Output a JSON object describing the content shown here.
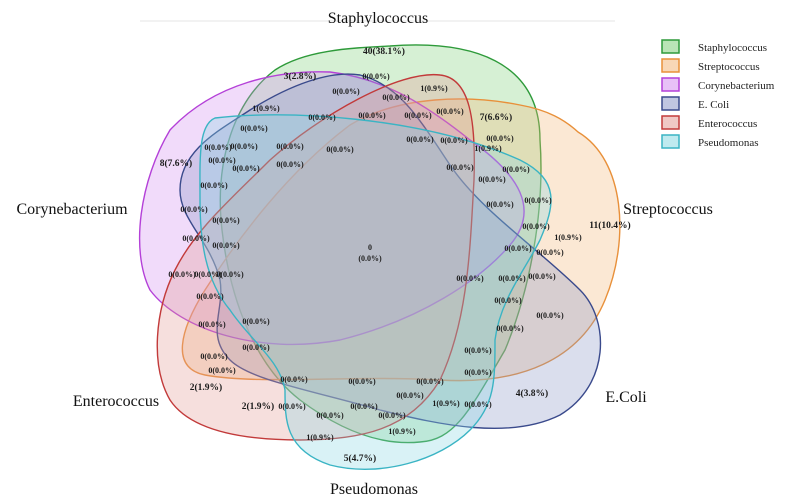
{
  "sets": [
    {
      "key": "staph",
      "name": "Staphylococcus",
      "color": "#2e9a3a",
      "fill": "#7fcf7a"
    },
    {
      "key": "strep",
      "name": "Streptococcus",
      "color": "#e8903a",
      "fill": "#f2b77a"
    },
    {
      "key": "cory",
      "name": "Corynebacterium",
      "color": "#b440d8",
      "fill": "#d58ef0"
    },
    {
      "key": "ecoli",
      "name": "E. Coli",
      "color": "#3a4a8c",
      "fill": "#8d97c8"
    },
    {
      "key": "entero",
      "name": "Enterococcus",
      "color": "#c23a3a",
      "fill": "#e39a96"
    },
    {
      "key": "pseudo",
      "name": "Pseudomonas",
      "color": "#3ab4c4",
      "fill": "#8ad8e2"
    }
  ],
  "titles": {
    "staph": "Staphylococcus",
    "strep": "Streptococcus",
    "cory": "Corynebacterium",
    "ecoli": "E.Coli",
    "entero": "Enterococcus",
    "pseudo": "Pseudomonas"
  },
  "center": {
    "count": "0",
    "pct": "(0.0%)"
  },
  "region_labels": [
    "40(38.1%)",
    "3(2.8%)",
    "0(0.0%)",
    "1(0.9%)",
    "7(6.6%)",
    "0(0.0%)",
    "0(0.0%)",
    "1(0.9%)",
    "0(0.0%)",
    "0(0.0%)",
    "0(0.0%)",
    "0(0.0%)",
    "0(0.0%)",
    "0(0.0%)",
    "8(7.6%)",
    "0(0.0%)",
    "0(0.0%)",
    "0(0.0%)",
    "0(0.0%)",
    "0(0.0%)",
    "0(0.0%)",
    "1(0.9%)",
    "0(0.0%)",
    "0(0.0%)",
    "0(0.0%)",
    "0(0.0%)",
    "0(0.0%)",
    "0(0.0%)",
    "0(0.0%)",
    "0(0.0%)",
    "0(0.0%)",
    "0(0.0%)",
    "0(0.0%)",
    "0(0.0%)",
    "11(10.4%)",
    "1(0.9%)",
    "0(0.0%)",
    "0(0.0%)",
    "0(0.0%)",
    "0(0.0%)",
    "0(0.0%)",
    "0(0.0%)",
    "0(0.0%)",
    "0(0.0%)",
    "0(0.0%)",
    "0(0.0%)",
    "0(0.0%)",
    "0(0.0%)",
    "0(0.0%)",
    "0(0.0%)",
    "0(0.0%)",
    "0(0.0%)",
    "0(0.0%)",
    "0(0.0%)",
    "0(0.0%)",
    "0(0.0%)",
    "2(1.9%)",
    "0(0.0%)",
    "0(0.0%)",
    "2(1.9%)",
    "0(0.0%)",
    "0(0.0%)",
    "0(0.0%)",
    "1(0.9%)",
    "0(0.0%)",
    "0(0.0%)",
    "4(3.8%)",
    "1(0.9%)",
    "1(0.9%)",
    "5(4.7%)",
    "0(0.0%)",
    "0(0.0%)",
    "0(0.0%)"
  ]
}
